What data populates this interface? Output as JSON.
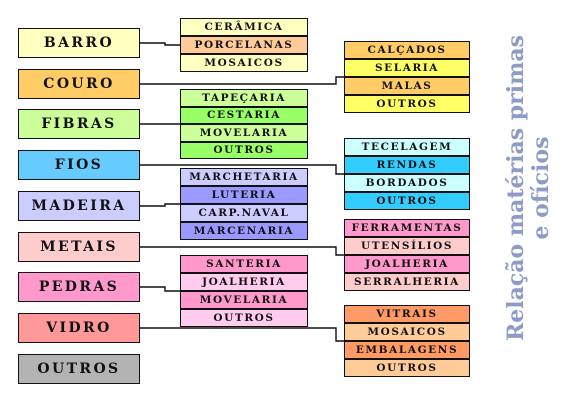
{
  "title": {
    "line1": "Relação matérias primas",
    "line2": "e ofícios"
  },
  "materials": [
    {
      "label": "BARRO",
      "color": "#ffffc0"
    },
    {
      "label": "COURO",
      "color": "#ffcc66"
    },
    {
      "label": "FIBRAS",
      "color": "#ccff99"
    },
    {
      "label": "FIOS",
      "color": "#66ccff"
    },
    {
      "label": "MADEIRA",
      "color": "#ccccff"
    },
    {
      "label": "METAIS",
      "color": "#ffcccc"
    },
    {
      "label": "PEDRAS",
      "color": "#ff99cc"
    },
    {
      "label": "VIDRO",
      "color": "#ff9999"
    },
    {
      "label": "OUTROS",
      "color": "#b3b3b3"
    }
  ],
  "groups": [
    {
      "material": "BARRO",
      "items": [
        {
          "label": "CERÂMICA",
          "color": "#ffffc0"
        },
        {
          "label": "PORCELANAS",
          "color": "#ffcc99"
        },
        {
          "label": "MOSAICOS",
          "color": "#ffffc0"
        }
      ]
    },
    {
      "material": "COURO",
      "items": [
        {
          "label": "CALÇADOS",
          "color": "#ffcc66"
        },
        {
          "label": "SELARIA",
          "color": "#ffff66"
        },
        {
          "label": "MALAS",
          "color": "#ffcc66"
        },
        {
          "label": "OUTROS",
          "color": "#ffff66"
        }
      ]
    },
    {
      "material": "FIBRAS",
      "items": [
        {
          "label": "TAPEÇARIA",
          "color": "#ccff99"
        },
        {
          "label": "CESTARIA",
          "color": "#99ff66"
        },
        {
          "label": "MOVELARIA",
          "color": "#ccff99"
        },
        {
          "label": "OUTROS",
          "color": "#99ff66"
        }
      ]
    },
    {
      "material": "FIOS",
      "items": [
        {
          "label": "TECELAGEM",
          "color": "#ccffff"
        },
        {
          "label": "RENDAS",
          "color": "#33ccff"
        },
        {
          "label": "BORDADOS",
          "color": "#ccffff"
        },
        {
          "label": "OUTROS",
          "color": "#33ccff"
        }
      ]
    },
    {
      "material": "MADEIRA",
      "items": [
        {
          "label": "MARCHETARIA",
          "color": "#ccccff"
        },
        {
          "label": "LUTERIA",
          "color": "#9999ff"
        },
        {
          "label": "CARP.NAVAL",
          "color": "#ccccff"
        },
        {
          "label": "MARCENARIA",
          "color": "#9999ff"
        }
      ]
    },
    {
      "material": "METAIS",
      "items": [
        {
          "label": "FERRAMENTAS",
          "color": "#ff99cc"
        },
        {
          "label": "UTENSÍLIOS",
          "color": "#ffcccc"
        },
        {
          "label": "JOALHERIA",
          "color": "#ff99cc"
        },
        {
          "label": "SERRALHERIA",
          "color": "#ffcccc"
        }
      ]
    },
    {
      "material": "PEDRAS",
      "items": [
        {
          "label": "SANTERIA",
          "color": "#ff99cc"
        },
        {
          "label": "JOALHERIA",
          "color": "#ffccee"
        },
        {
          "label": "MOVELARIA",
          "color": "#ff99cc"
        },
        {
          "label": "OUTROS",
          "color": "#ffccee"
        }
      ]
    },
    {
      "material": "VIDRO",
      "items": [
        {
          "label": "VITRAIS",
          "color": "#ff9966"
        },
        {
          "label": "MOSAICOS",
          "color": "#ffcc99"
        },
        {
          "label": "EMBALAGENS",
          "color": "#ff9966"
        },
        {
          "label": "OUTROS",
          "color": "#ffcc99"
        }
      ]
    }
  ]
}
